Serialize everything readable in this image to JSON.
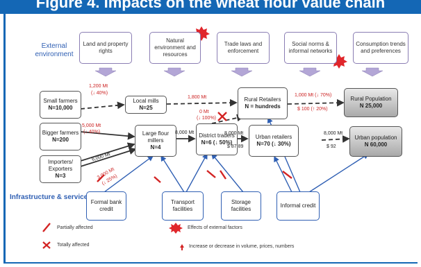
{
  "header": {
    "title": "Figure 4. Impacts on the wheat flour value chain"
  },
  "bands": {
    "external": "External environment",
    "infrastructure": "Infrastructure & services"
  },
  "external_factors": [
    "Land and property rights",
    "Natural environment and resources",
    "Trade laws and enforcement",
    "Social norms & informal networks",
    "Consumption trends and preferences"
  ],
  "nodes": {
    "small_farmers": {
      "label": "Small farmers",
      "count": "N=10,000"
    },
    "bigger_farmers": {
      "label": "Bigger farmers",
      "count": "N=200"
    },
    "importers": {
      "label": "Importers/ Exporters",
      "count": "N=3"
    },
    "local_mills": {
      "label": "Local mills",
      "count": "N=25"
    },
    "large_millers": {
      "label": "Large flour millers",
      "count": "N=4"
    },
    "district_traders": {
      "label": "District traders",
      "count": "N=6 (↓ 50%)"
    },
    "rural_retailers": {
      "label": "Rural Retailers",
      "count": "N = hundreds"
    },
    "urban_retailers": {
      "label": "Urban retailers",
      "count": "N=70 (↓ 30%)"
    },
    "rural_population": {
      "label": "Rural Population",
      "count": "N 25,000"
    },
    "urban_population": {
      "label": "Urban population",
      "count": "N 60,000"
    }
  },
  "infrastructure": [
    "Formal bank credit",
    "Transport facilities",
    "Storage facilities",
    "Informal credit"
  ],
  "flows": {
    "small_to_mills": "1,200 Mt",
    "small_to_mills_change": "(↓ 40%)",
    "mills_to_rural": "1,800 Mt",
    "bigger_to_millers": "5,000 Mt",
    "bigger_to_millers_change": "(↓ 40%)",
    "importers_to_millers_1": "6,000 Mt",
    "importers_to_millers_2": "3,000 Mt",
    "importers_to_millers_change": "(↓ 25%)",
    "millers_to_district": "8,000 Mt",
    "district_to_rural": "0 Mt",
    "district_to_rural_change": "(↓ 100%)",
    "district_to_urban": "8,000 Mt",
    "district_price": "$ 87 89",
    "rural_to_pop": "1,000 Mt (↓ 70%)",
    "rural_price": "$ 100 (↑ 20%)",
    "urban_to_pop": "8,000 Mt",
    "urban_price": "$ 92"
  },
  "legend": {
    "partially": "Partially affected",
    "totally": "Totally affected",
    "external_effects": "Effects of external factors",
    "change": "Increase or decrease in volume, prices, numbers"
  },
  "colors": {
    "banner": "#1467b5",
    "accent_red": "#cc2222",
    "infra_blue": "#2f5fb3",
    "ext_purple": "#8a7db3"
  }
}
